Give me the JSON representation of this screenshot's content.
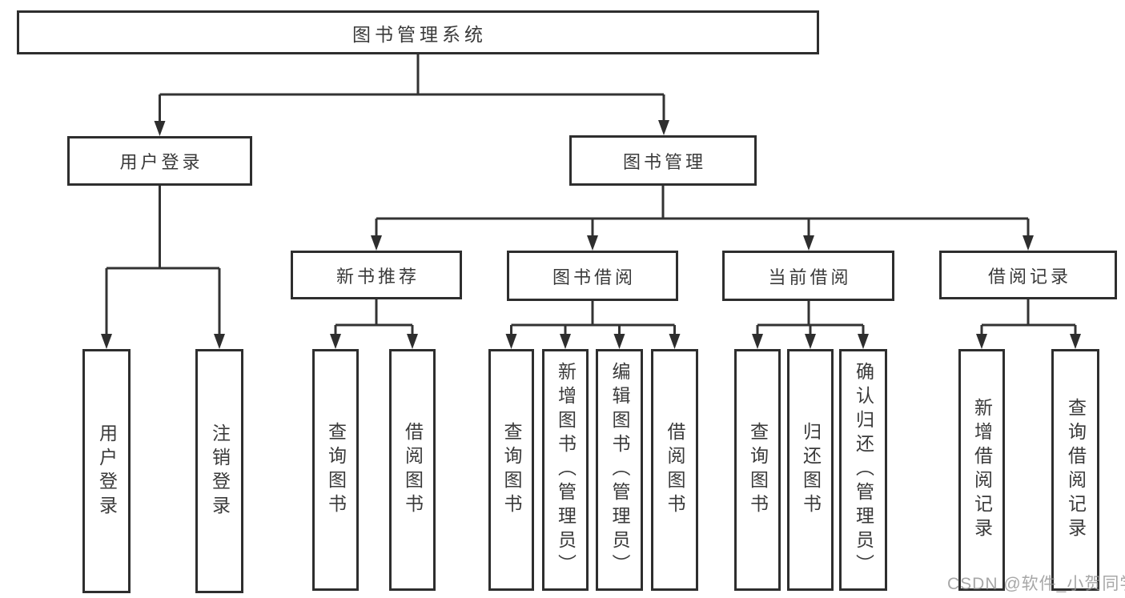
{
  "diagram": {
    "root": "图书管理系统",
    "branches": [
      {
        "label": "用户登录",
        "children": [
          "用户登录",
          "注销登录"
        ]
      },
      {
        "label": "图书管理",
        "groups": [
          {
            "label": "新书推荐",
            "children": [
              "查询图书",
              "借阅图书"
            ]
          },
          {
            "label": "图书借阅",
            "children": [
              "查询图书",
              "新增图书（管理员）",
              "编辑图书（管理员）",
              "借阅图书"
            ]
          },
          {
            "label": "当前借阅",
            "children": [
              "查询图书",
              "归还图书",
              "确认归还（管理员）"
            ]
          },
          {
            "label": "借阅记录",
            "children": [
              "新增借阅记录",
              "查询借阅记录"
            ]
          }
        ]
      }
    ]
  },
  "watermark": "CSDN @软件_小贺同学",
  "colors": {
    "line": "#333333",
    "border": "#2e2e2e",
    "text": "#3a3a3a",
    "watermark": "#919191"
  }
}
